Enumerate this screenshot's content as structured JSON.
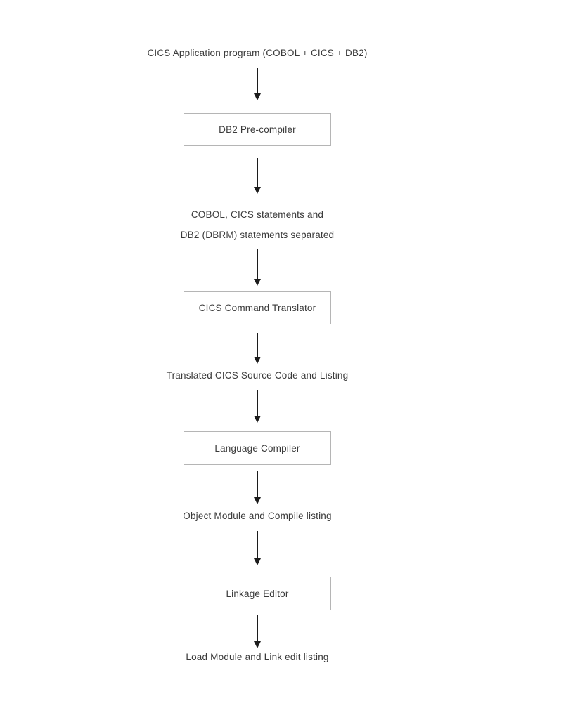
{
  "diagram": {
    "colors": {
      "background": "#ffffff",
      "text": "#3a3a3a",
      "box_border": "#b5b5b5",
      "arrow": "#1c1c1c"
    },
    "nodes": [
      {
        "type": "label",
        "lines": [
          "CICS Application program (COBOL + CICS + DB2)"
        ]
      },
      {
        "type": "box",
        "label": "DB2 Pre-compiler"
      },
      {
        "type": "label",
        "lines": [
          "COBOL, CICS statements and",
          "DB2 (DBRM) statements separated"
        ]
      },
      {
        "type": "box",
        "label": "CICS Command Translator"
      },
      {
        "type": "label",
        "lines": [
          "Translated CICS Source Code and Listing"
        ]
      },
      {
        "type": "box",
        "label": "Language Compiler"
      },
      {
        "type": "label",
        "lines": [
          "Object Module and Compile listing"
        ]
      },
      {
        "type": "box",
        "label": "Linkage Editor"
      },
      {
        "type": "label",
        "lines": [
          "Load Module and Link edit listing"
        ]
      }
    ]
  }
}
